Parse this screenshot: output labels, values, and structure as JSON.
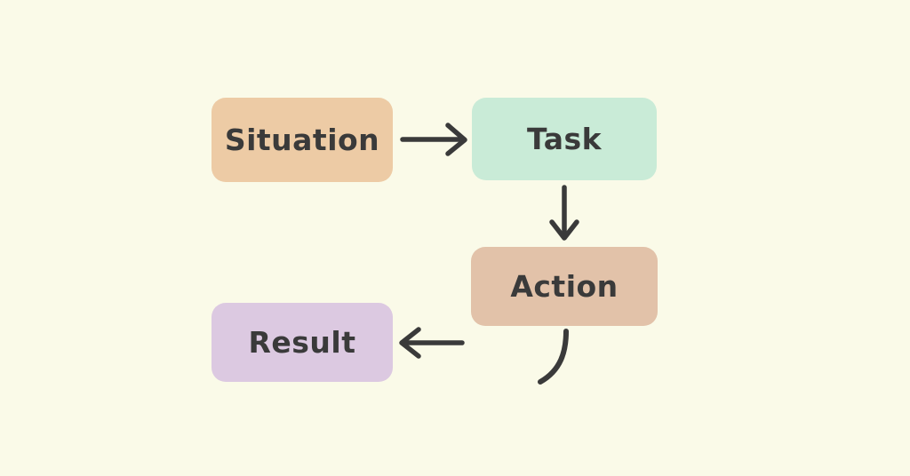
{
  "diagram": {
    "background_color": "#FAFAE8",
    "ink_color": "#3A3A3A",
    "nodes": [
      {
        "id": "situation",
        "label": "Situation",
        "fill": "#EDCBA5"
      },
      {
        "id": "task",
        "label": "Task",
        "fill": "#C9EBD7"
      },
      {
        "id": "action",
        "label": "Action",
        "fill": "#E2C2A9"
      },
      {
        "id": "result",
        "label": "Result",
        "fill": "#DCC9E1"
      }
    ],
    "edges": [
      {
        "from": "Situation",
        "to": "Task",
        "style": "straight-arrow-right"
      },
      {
        "from": "Task",
        "to": "Action",
        "style": "straight-arrow-down"
      },
      {
        "from": "Action",
        "to": "Result",
        "style": "curved-stroke-then-arrow-left"
      }
    ]
  }
}
